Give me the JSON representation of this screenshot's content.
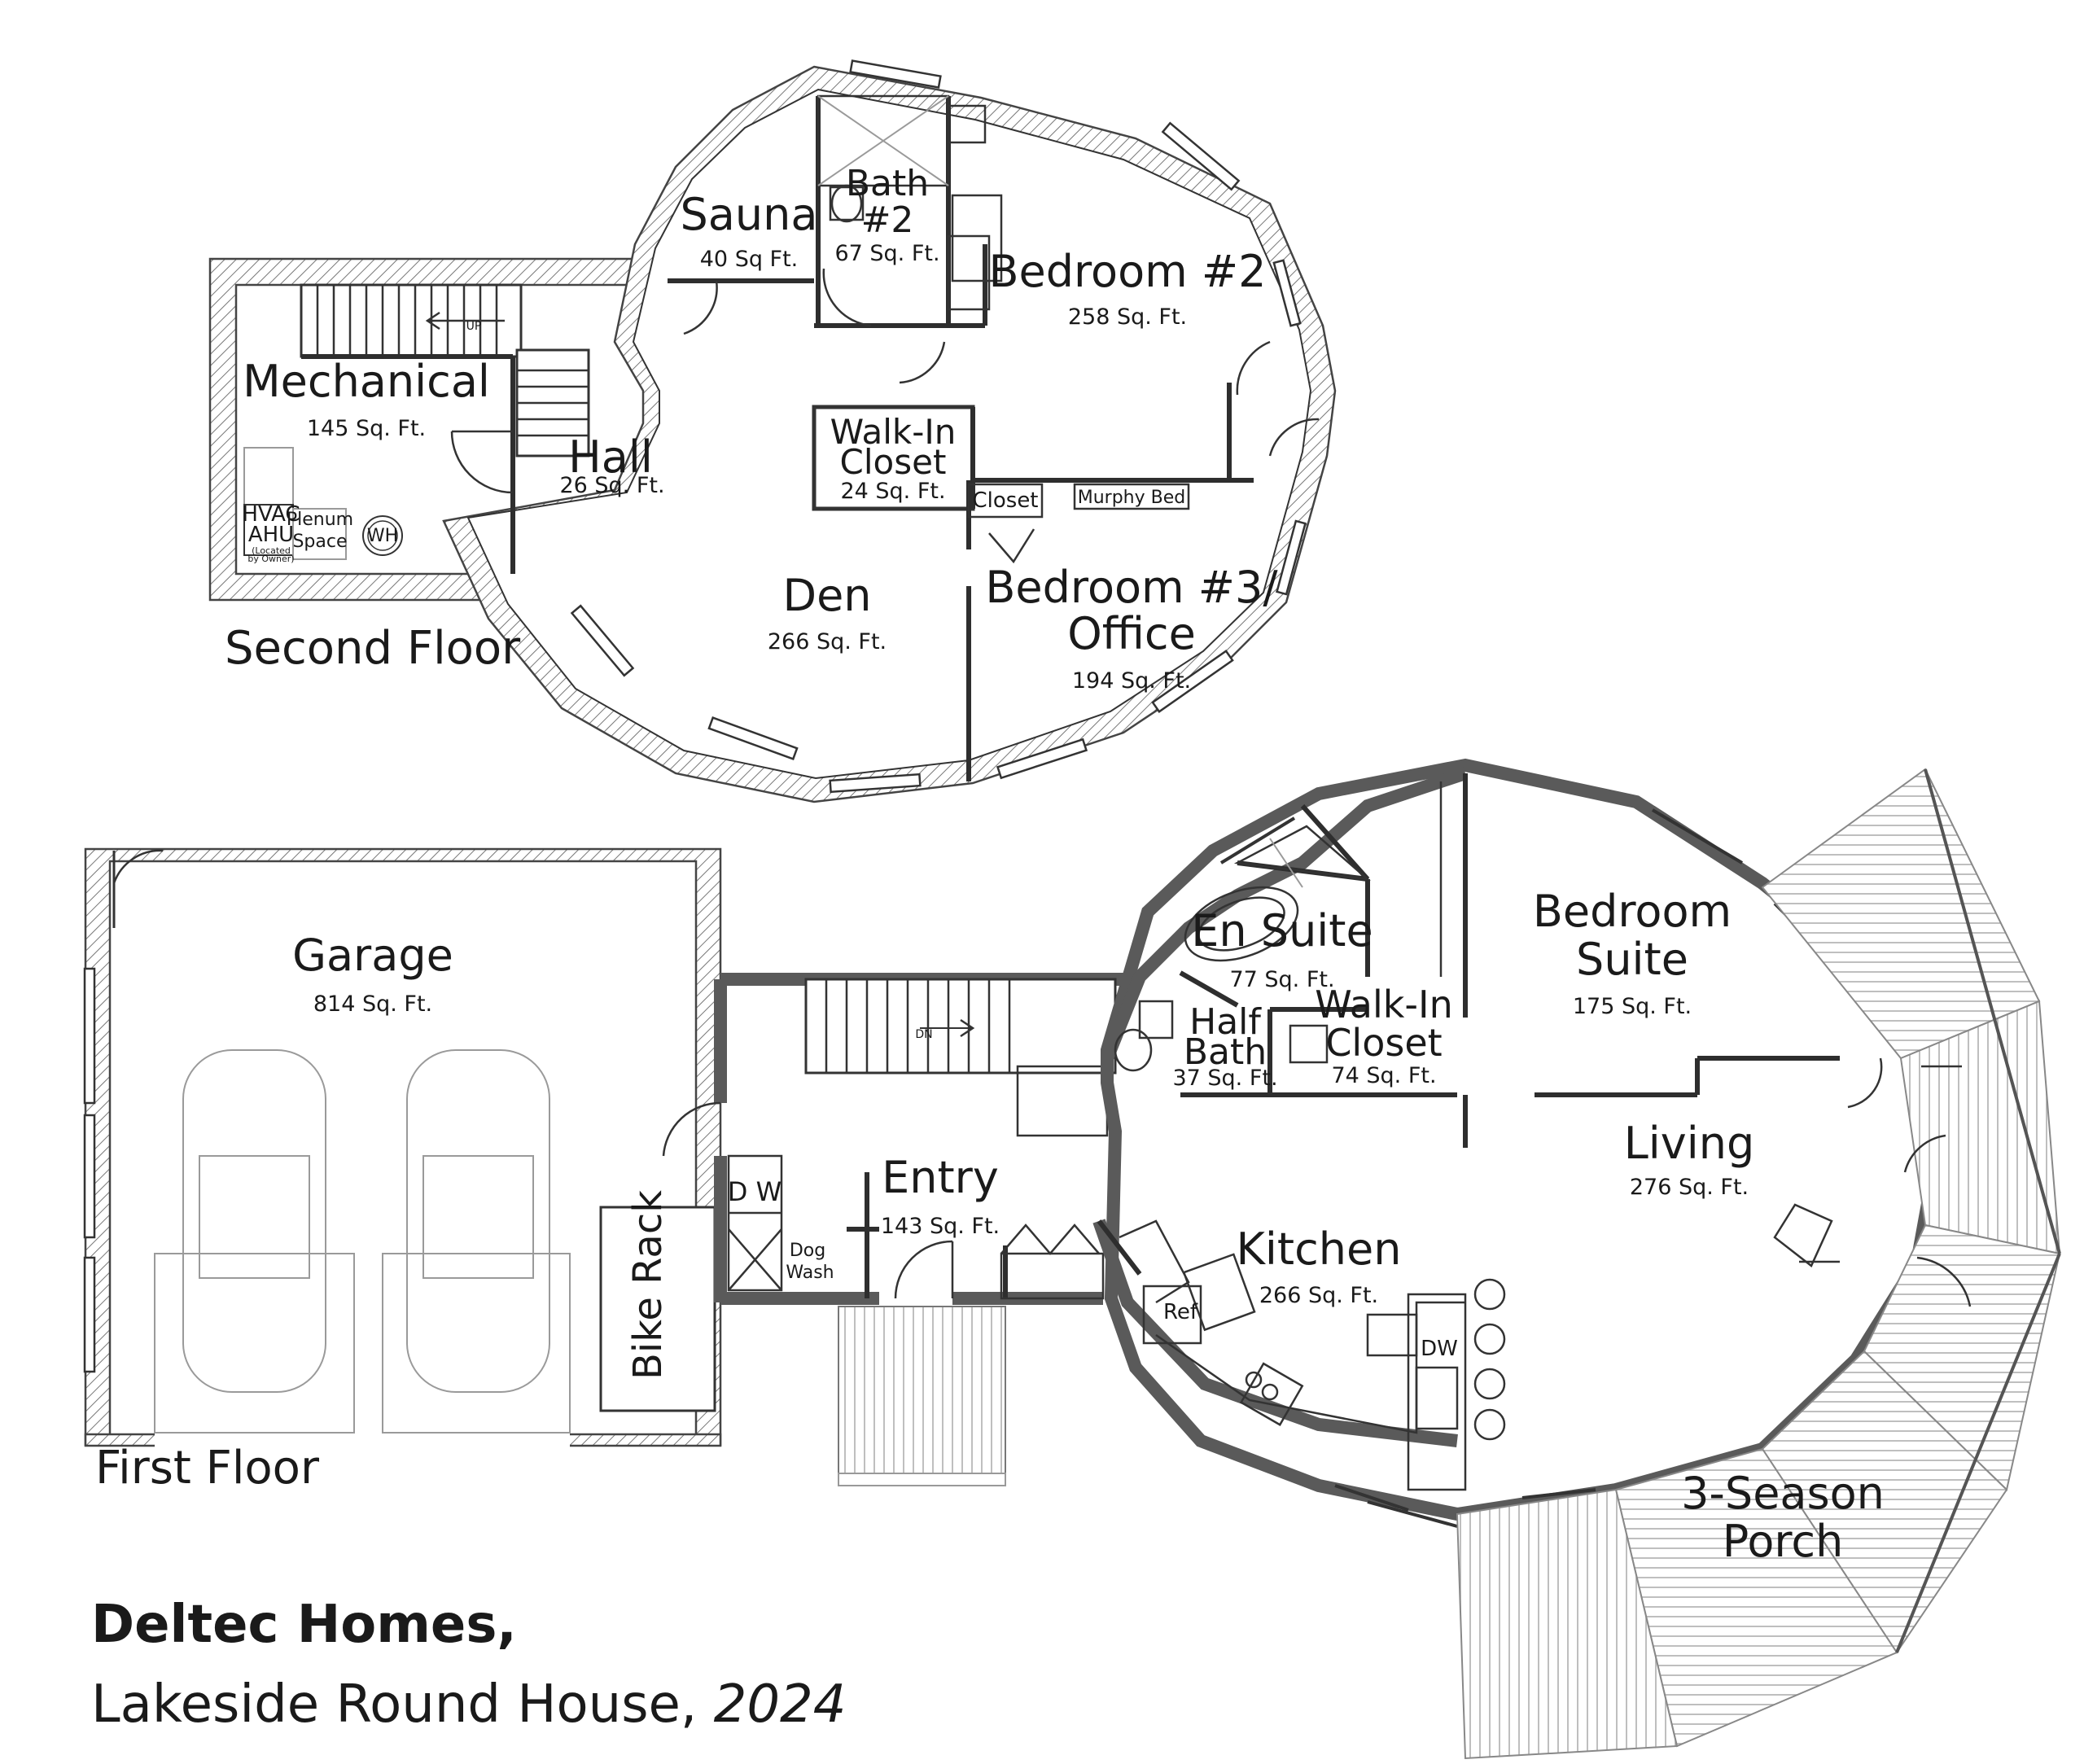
{
  "title": {
    "company": "Deltec Homes,",
    "project": "Lakeside Round House,",
    "year": "2024"
  },
  "floors": {
    "second": {
      "label": "Second Floor"
    },
    "first": {
      "label": "First Floor"
    }
  },
  "second_floor_rooms": {
    "mechanical": {
      "name": "Mechanical",
      "area": "145 Sq. Ft."
    },
    "hall": {
      "name": "Hall",
      "area": "26 Sq. Ft."
    },
    "sauna": {
      "name": "Sauna",
      "area": "40 Sq Ft."
    },
    "bath2": {
      "name_line1": "Bath",
      "name_line2": "#2",
      "area": "67 Sq. Ft."
    },
    "bedroom2": {
      "name": "Bedroom #2",
      "area": "258 Sq. Ft."
    },
    "walkin": {
      "name_line1": "Walk-In",
      "name_line2": "Closet",
      "area": "24 Sq. Ft."
    },
    "closet": {
      "name": "Closet"
    },
    "murphy": {
      "name": "Murphy Bed"
    },
    "den": {
      "name": "Den",
      "area": "266 Sq. Ft."
    },
    "bedroom3": {
      "name_line1": "Bedroom #3/",
      "name_line2": "Office",
      "area": "194 Sq. Ft."
    },
    "hvac": {
      "line1": "HVAC",
      "line2": "AHU",
      "line3": "(Located",
      "line4": "by Owner)"
    },
    "plenum": {
      "line1": "Plenum",
      "line2": "Space"
    },
    "wh": "WH",
    "stair_up": "UP"
  },
  "first_floor_rooms": {
    "garage": {
      "name": "Garage",
      "area": "814 Sq. Ft."
    },
    "bike_rack": "Bike Rack",
    "entry": {
      "name": "Entry",
      "area": "143 Sq. Ft."
    },
    "dw_laundry": "D W",
    "dog_wash": {
      "line1": "Dog",
      "line2": "Wash"
    },
    "en_suite": {
      "name": "En Suite",
      "area": "77 Sq. Ft."
    },
    "half_bath": {
      "name_line1": "Half",
      "name_line2": "Bath",
      "area": "37 Sq. Ft."
    },
    "walkin": {
      "name_line1": "Walk-In",
      "name_line2": "Closet",
      "area": "74 Sq. Ft."
    },
    "bedroom_suite": {
      "name_line1": "Bedroom",
      "name_line2": "Suite",
      "area": "175 Sq. Ft."
    },
    "living": {
      "name": "Living",
      "area": "276 Sq. Ft."
    },
    "kitchen": {
      "name": "Kitchen",
      "area": "266 Sq. Ft."
    },
    "ref": "Ref",
    "dw": "DW",
    "porch": {
      "name_line1": "3-Season",
      "name_line2": "Porch"
    },
    "stair_dn": "DN"
  }
}
